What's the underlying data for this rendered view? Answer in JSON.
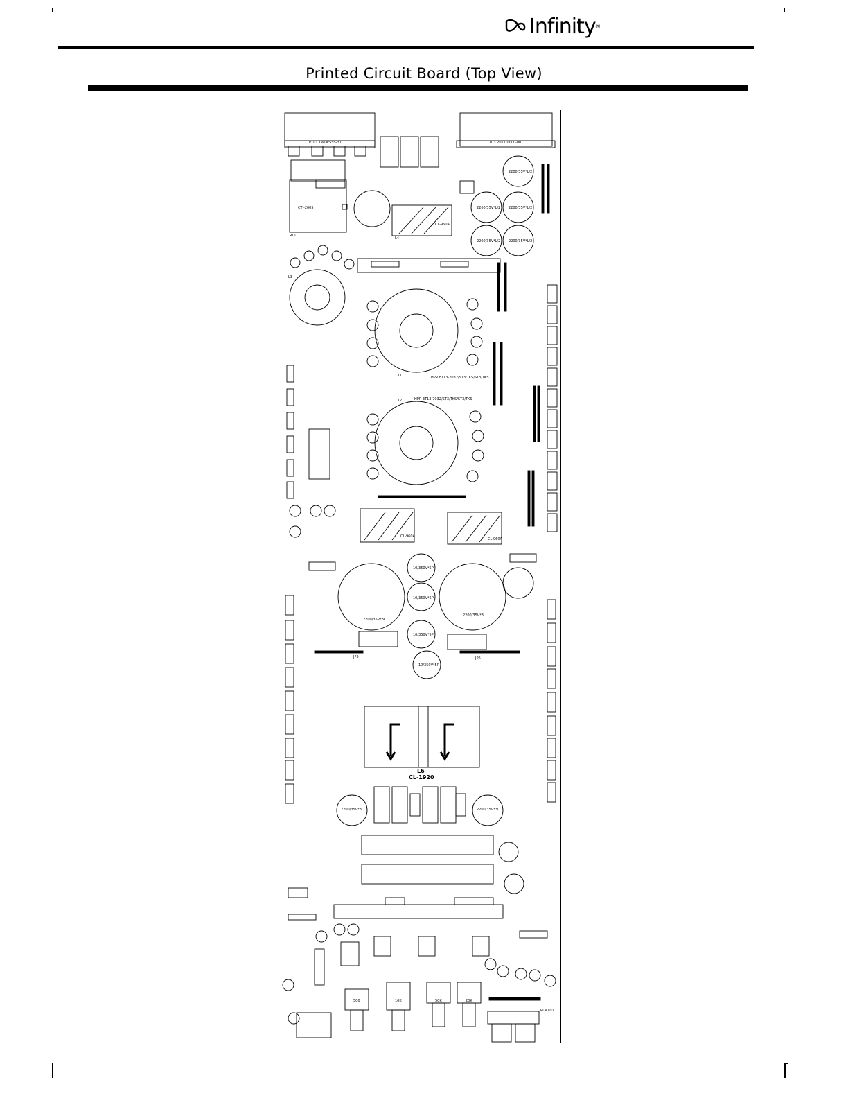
{
  "header": {
    "brand_name": "Infinity",
    "brand_mark": "®"
  },
  "title": "Printed Circuit Board (Top View)",
  "board": {
    "labels": {
      "conn_left": "P101 TWDESSS-37",
      "conn_right": "103 2011 0000-00",
      "cap_main_left": "2200/35V*3L",
      "cap_main_right": "2200/35V*3L",
      "cap_big_c8": "2200/35V*3L",
      "cap_big_c9": "2200/35V*3L",
      "cap_small_1": "10/350V*5P",
      "cap_small_2": "10/350V*5P",
      "cap_small_3": "10/350V*5P",
      "cap_small_4": "10/350V*5P",
      "cap_top_1": "2200/35V*L/2",
      "cap_top_2": "2200/35V*L/2",
      "cap_top_3": "2200/35V*L/2",
      "cap_top_4": "2200/35V*L/2",
      "cap_top_5": "2200/35V*L/2",
      "choke_l3": "L3",
      "choke_l4": "L4",
      "l4_model": "CL-960A",
      "l7_model": "CL-960A",
      "l8_model": "CL-960A",
      "l6_title": "L6",
      "l6_model": "CL-1920",
      "t1_label": "T1",
      "t2_label": "T2",
      "t1_part": "HPR ET13-7032/ST3/TKS/ST3/TKS",
      "t2_part": "HPR ET13-7032/ST3/TKS/ST3/TKS",
      "relay": "RL1",
      "ic_left": "CTI-2005",
      "rca": "RCA101",
      "pot_1": "500",
      "pot_2": "10K",
      "pot_3": "50K",
      "pot_4": "20K",
      "jp_label": "JP5",
      "jp_label_2": "JP6"
    }
  }
}
